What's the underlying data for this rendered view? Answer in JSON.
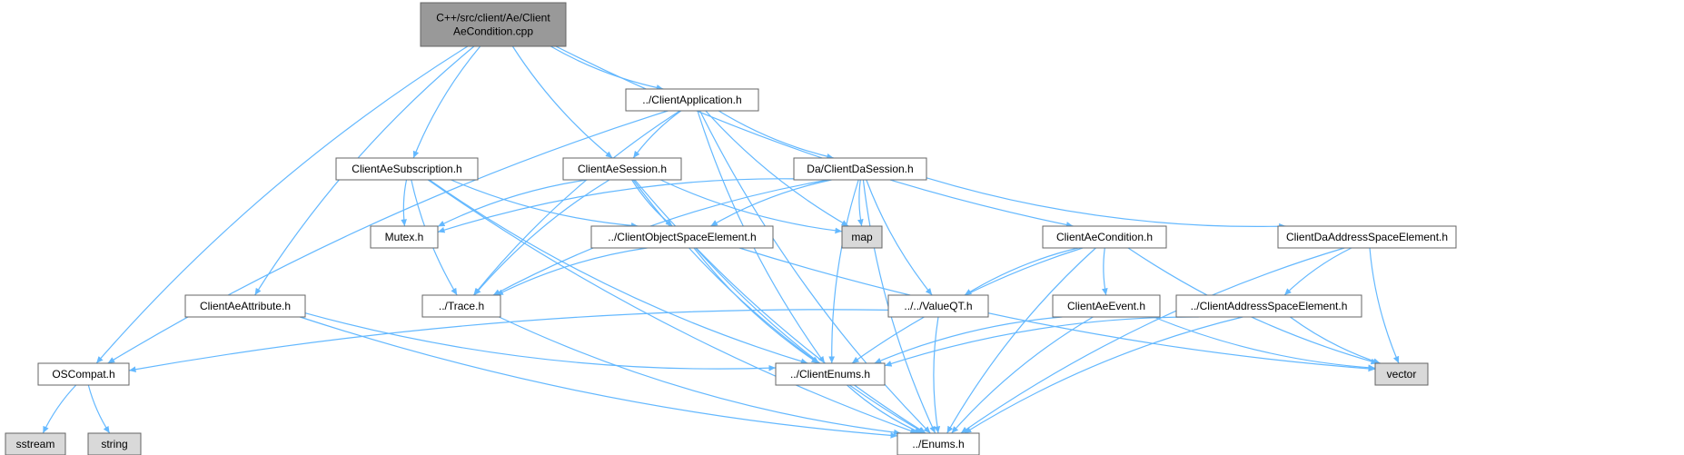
{
  "diagram": {
    "title": "",
    "colors": {
      "background": "#ffffff",
      "node_fill": "#ffffff",
      "root_fill": "#999999",
      "external_fill": "#d9d9d9",
      "node_border": "#646464",
      "edge": "#63b8ff"
    },
    "nodes": [
      {
        "id": "root",
        "lines": [
          "C++/src/client/Ae/Client",
          "AeCondition.cpp"
        ],
        "kind": "root"
      },
      {
        "id": "clientapplication",
        "lines": [
          "../ClientApplication.h"
        ],
        "kind": "file"
      },
      {
        "id": "clientaesubscription",
        "lines": [
          "ClientAeSubscription.h"
        ],
        "kind": "file"
      },
      {
        "id": "clientaesession",
        "lines": [
          "ClientAeSession.h"
        ],
        "kind": "file"
      },
      {
        "id": "clientdasession",
        "lines": [
          "Da/ClientDaSession.h"
        ],
        "kind": "file"
      },
      {
        "id": "mutex",
        "lines": [
          "Mutex.h"
        ],
        "kind": "file"
      },
      {
        "id": "clientobjectspaceelement",
        "lines": [
          "../ClientObjectSpaceElement.h"
        ],
        "kind": "file"
      },
      {
        "id": "map",
        "lines": [
          "map"
        ],
        "kind": "external"
      },
      {
        "id": "clientaecondition",
        "lines": [
          "ClientAeCondition.h"
        ],
        "kind": "file"
      },
      {
        "id": "clientdaaddressspaceelement",
        "lines": [
          "ClientDaAddressSpaceElement.h"
        ],
        "kind": "file"
      },
      {
        "id": "clientaeattribute",
        "lines": [
          "ClientAeAttribute.h"
        ],
        "kind": "file"
      },
      {
        "id": "trace",
        "lines": [
          "../Trace.h"
        ],
        "kind": "file"
      },
      {
        "id": "valueqt",
        "lines": [
          "../../ValueQT.h"
        ],
        "kind": "file"
      },
      {
        "id": "clientaeevent",
        "lines": [
          "ClientAeEvent.h"
        ],
        "kind": "file"
      },
      {
        "id": "clientaddressspaceelement",
        "lines": [
          "../ClientAddressSpaceElement.h"
        ],
        "kind": "file"
      },
      {
        "id": "oscompat",
        "lines": [
          "OSCompat.h"
        ],
        "kind": "file"
      },
      {
        "id": "clientenums",
        "lines": [
          "../ClientEnums.h"
        ],
        "kind": "file"
      },
      {
        "id": "vector",
        "lines": [
          "vector"
        ],
        "kind": "external"
      },
      {
        "id": "sstream",
        "lines": [
          "sstream"
        ],
        "kind": "external"
      },
      {
        "id": "string",
        "lines": [
          "string"
        ],
        "kind": "external"
      },
      {
        "id": "enums",
        "lines": [
          "../Enums.h"
        ],
        "kind": "file"
      }
    ],
    "edges": [
      [
        "root",
        "oscompat"
      ],
      [
        "root",
        "clientaeattribute"
      ],
      [
        "root",
        "clientaesubscription"
      ],
      [
        "root",
        "clientaesession"
      ],
      [
        "root",
        "clientapplication"
      ],
      [
        "root",
        "clientaecondition"
      ],
      [
        "clientapplication",
        "oscompat"
      ],
      [
        "clientapplication",
        "trace"
      ],
      [
        "clientapplication",
        "clientaesession"
      ],
      [
        "clientapplication",
        "map"
      ],
      [
        "clientapplication",
        "clientdasession"
      ],
      [
        "clientapplication",
        "clientenums"
      ],
      [
        "clientapplication",
        "enums"
      ],
      [
        "clientaesubscription",
        "mutex"
      ],
      [
        "clientaesubscription",
        "trace"
      ],
      [
        "clientaesubscription",
        "clientobjectspaceelement"
      ],
      [
        "clientaesubscription",
        "clientenums"
      ],
      [
        "clientaesubscription",
        "enums"
      ],
      [
        "clientaesession",
        "mutex"
      ],
      [
        "clientaesession",
        "trace"
      ],
      [
        "clientaesession",
        "clientobjectspaceelement"
      ],
      [
        "clientaesession",
        "map"
      ],
      [
        "clientaesession",
        "clientenums"
      ],
      [
        "clientaesession",
        "enums"
      ],
      [
        "clientdasession",
        "mutex"
      ],
      [
        "clientdasession",
        "trace"
      ],
      [
        "clientdasession",
        "clientobjectspaceelement"
      ],
      [
        "clientdasession",
        "map"
      ],
      [
        "clientdasession",
        "valueqt"
      ],
      [
        "clientdasession",
        "clientenums"
      ],
      [
        "clientdasession",
        "clientdaaddressspaceelement"
      ],
      [
        "clientdasession",
        "enums"
      ],
      [
        "clientobjectspaceelement",
        "trace"
      ],
      [
        "clientobjectspaceelement",
        "clientenums"
      ],
      [
        "clientobjectspaceelement",
        "enums"
      ],
      [
        "clientobjectspaceelement",
        "vector"
      ],
      [
        "clientaecondition",
        "valueqt"
      ],
      [
        "clientaecondition",
        "clientaeevent"
      ],
      [
        "clientaecondition",
        "clientenums"
      ],
      [
        "clientaecondition",
        "vector"
      ],
      [
        "clientaecondition",
        "enums"
      ],
      [
        "clientdaaddressspaceelement",
        "clientaddressspaceelement"
      ],
      [
        "clientdaaddressspaceelement",
        "vector"
      ],
      [
        "clientdaaddressspaceelement",
        "enums"
      ],
      [
        "clientaeattribute",
        "clientenums"
      ],
      [
        "clientaeattribute",
        "enums"
      ],
      [
        "trace",
        "enums"
      ],
      [
        "valueqt",
        "oscompat"
      ],
      [
        "valueqt",
        "enums"
      ],
      [
        "clientaeevent",
        "clientenums"
      ],
      [
        "clientaeevent",
        "vector"
      ],
      [
        "clientaeevent",
        "enums"
      ],
      [
        "clientaddressspaceelement",
        "clientenums"
      ],
      [
        "clientaddressspaceelement",
        "vector"
      ],
      [
        "clientaddressspaceelement",
        "enums"
      ],
      [
        "oscompat",
        "sstream"
      ],
      [
        "oscompat",
        "string"
      ],
      [
        "clientenums",
        "enums"
      ]
    ]
  }
}
